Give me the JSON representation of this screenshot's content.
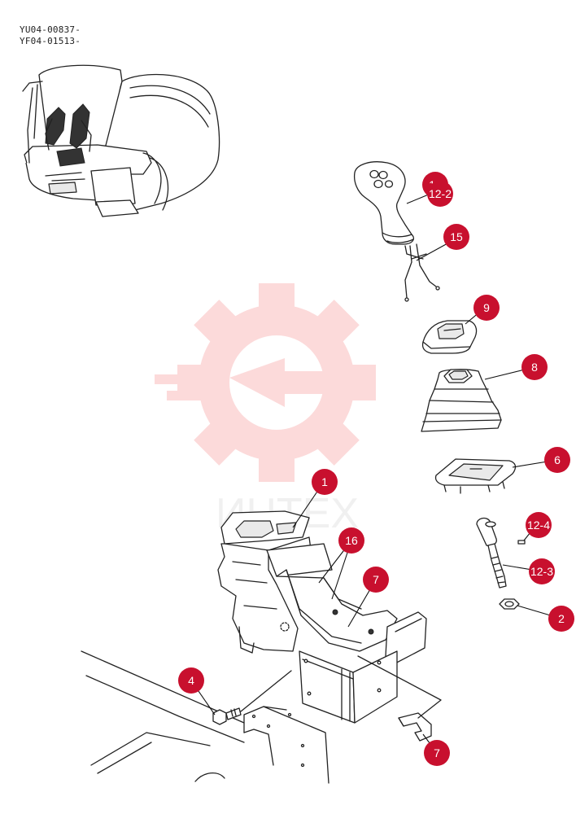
{
  "document": {
    "codes": [
      "YU04-00837-",
      "YF04-01513-"
    ]
  },
  "watermark": {
    "text": "ИНТЕХ",
    "color": "#f25c5c"
  },
  "callouts": [
    {
      "id": "c-1",
      "label": "1"
    },
    {
      "id": "c-2",
      "label": "2"
    },
    {
      "id": "c-4",
      "label": "4"
    },
    {
      "id": "c-6",
      "label": "6"
    },
    {
      "id": "c-7a",
      "label": "7"
    },
    {
      "id": "c-7b",
      "label": "7"
    },
    {
      "id": "c-8",
      "label": "8"
    },
    {
      "id": "c-9",
      "label": "9"
    },
    {
      "id": "c-12-1",
      "label": "12"
    },
    {
      "id": "c-12-2",
      "label": "12-2"
    },
    {
      "id": "c-12-3",
      "label": "12-3"
    },
    {
      "id": "c-12-4",
      "label": "12-4"
    },
    {
      "id": "c-15",
      "label": "15"
    },
    {
      "id": "c-16",
      "label": "16"
    }
  ],
  "colors": {
    "callout_fill": "#c8102e",
    "line": "#222222"
  },
  "icons": {
    "callout": "numbered-red-circle",
    "watermark": "gear-logo"
  }
}
